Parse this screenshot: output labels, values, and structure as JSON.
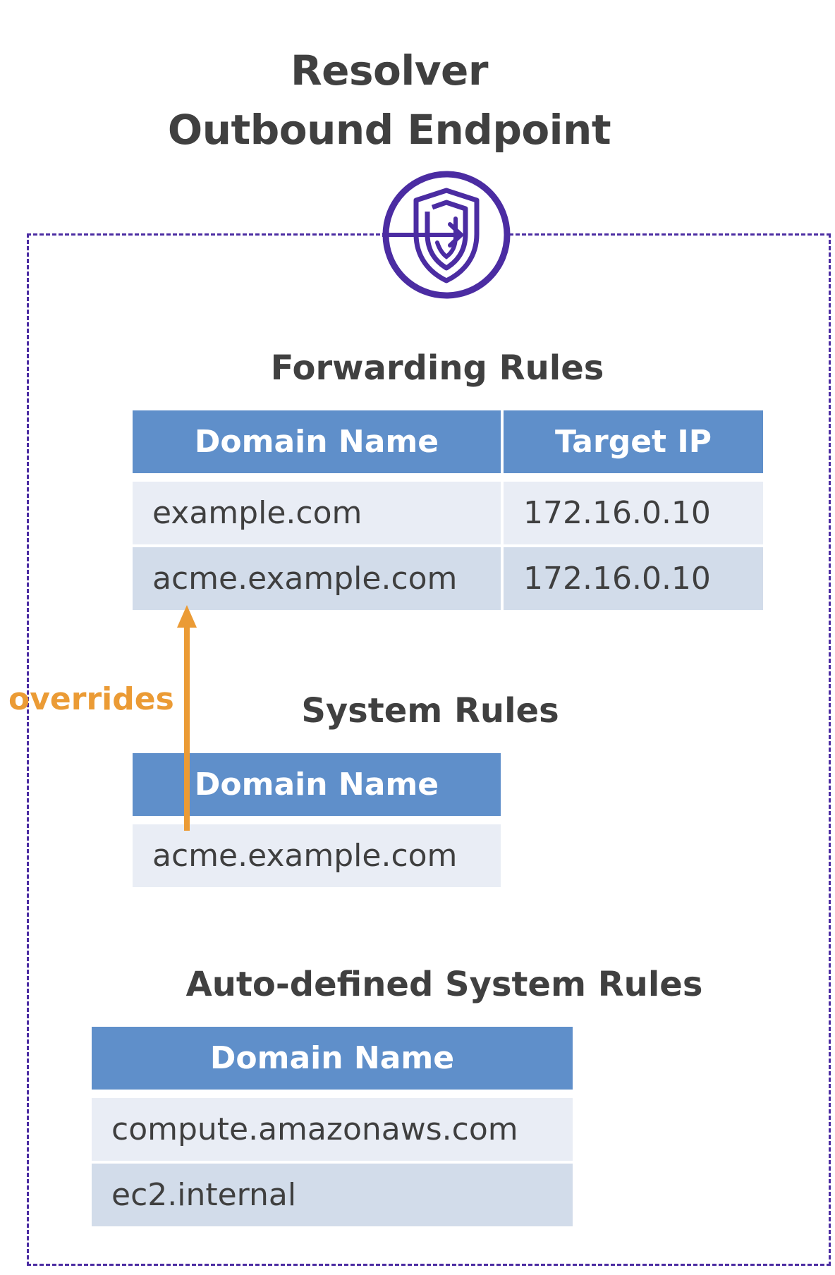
{
  "title": {
    "line1": "Resolver",
    "line2": "Outbound Endpoint"
  },
  "icons": {
    "endpoint": "resolver-outbound-endpoint-icon"
  },
  "colors": {
    "boundary": "#4b2ca2",
    "header": "#5f8fca",
    "row_odd": "#d2dcea",
    "row_even": "#e9edf5",
    "overrides_arrow": "#eb9b35"
  },
  "forwarding_rules": {
    "title": "Forwarding Rules",
    "columns": [
      "Domain Name",
      "Target IP"
    ],
    "rows": [
      [
        "example.com",
        "172.16.0.10"
      ],
      [
        "acme.example.com",
        "172.16.0.10"
      ]
    ]
  },
  "system_rules": {
    "title": "System Rules",
    "columns": [
      "Domain Name"
    ],
    "rows": [
      [
        "acme.example.com"
      ]
    ]
  },
  "auto_defined_system_rules": {
    "title": "Auto-defined System Rules",
    "columns": [
      "Domain Name"
    ],
    "rows": [
      [
        "compute.amazonaws.com"
      ],
      [
        "ec2.internal"
      ]
    ]
  },
  "overrides": {
    "label": "overrides"
  }
}
